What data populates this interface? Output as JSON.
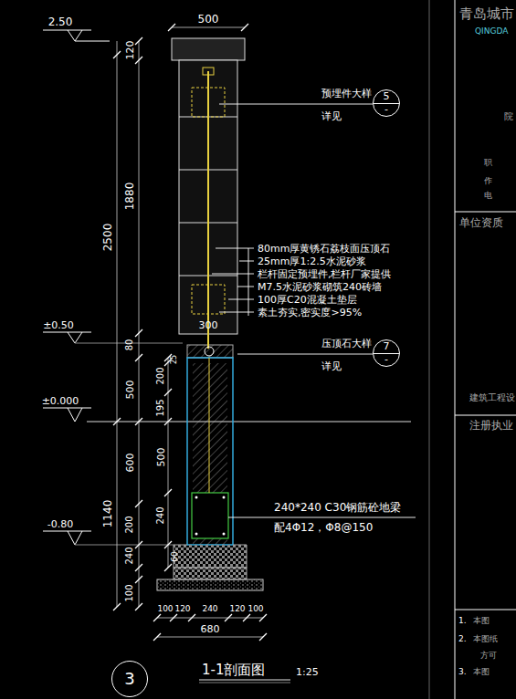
{
  "diagram": {
    "title": "1-1剖面图",
    "caption": "1:25",
    "nodes": [
      {
        "text": [
          "5",
          "-"
        ]
      },
      {
        "text": [
          "7",
          "-"
        ]
      },
      {
        "text": [
          "3"
        ]
      }
    ],
    "edges": [],
    "labels": [
      "2.50",
      "500",
      "120",
      "1880",
      "2500",
      "±0.50",
      "±0.000",
      "-0.80",
      "80",
      "300",
      "200",
      "25",
      "500",
      "195",
      "600",
      "500",
      "1140",
      "240",
      "200",
      "240",
      "60",
      "100",
      "100",
      "120",
      "240",
      "120",
      "100",
      "680",
      "预埋件大样",
      "详见",
      "80mm厚黄锈石荔枝面压顶石",
      "25mm厚1:2.5水泥砂浆",
      "栏杆固定预埋件,栏杆厂家提供",
      "M7.5水泥砂浆砌筑240砖墙",
      "100厚C20混凝土垫层",
      "素土夯实,密实度>95%",
      "压顶石大样",
      "详见",
      "240*240 C30钢筋砼地梁",
      "配4Φ12，Φ8@150",
      "青岛城市",
      "QINGDA",
      "院",
      "职",
      "作",
      "电",
      "单位资质",
      "建筑工程设",
      "注册执业",
      "1.",
      "本图",
      "2.",
      "本图纸",
      "方可",
      "3.",
      "本图"
    ]
  }
}
